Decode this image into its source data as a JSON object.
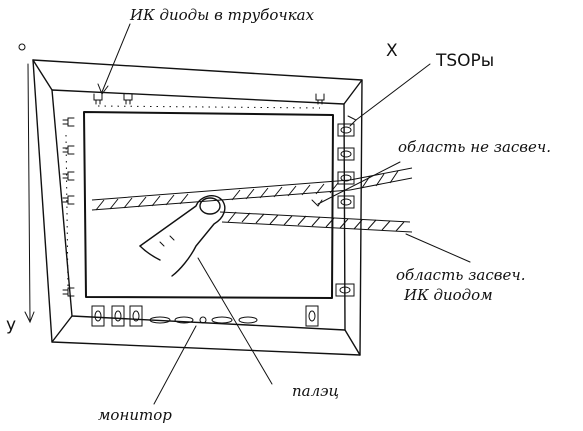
{
  "labels": {
    "ir_diodes_in_tubes": "ИК диоды в трубочках",
    "tsops": "TSOPы",
    "unlit_area": "область не засвеч.",
    "lit_area_line1": "область засвеч.",
    "lit_area_line2": "ИК диодом",
    "finger": "палэц",
    "monitor": "монитор"
  },
  "axes": {
    "x": "X",
    "y": "y",
    "origin": "o"
  },
  "icons": {
    "ir_diode": "ir-diode-icon",
    "tsop": "tsop-sensor-icon",
    "finger": "finger-icon"
  }
}
